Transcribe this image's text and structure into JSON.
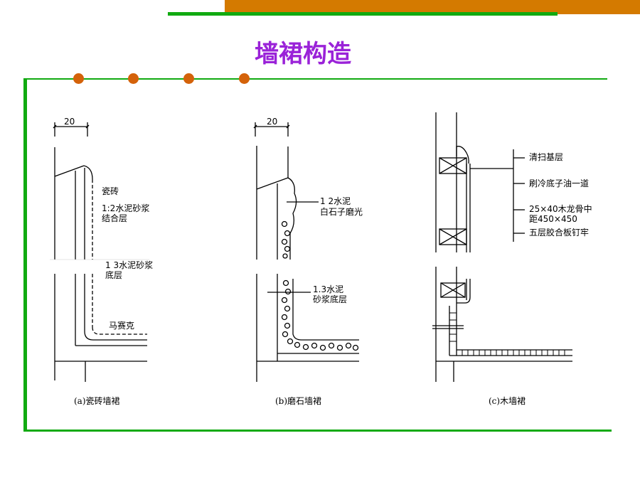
{
  "title": "墙裙构造",
  "colors": {
    "accent_orange": "#d47a00",
    "accent_green": "#11aa11",
    "title_purple": "#9a22d8",
    "dot": "#d4620a"
  },
  "panel_a": {
    "dimension": "20",
    "label_tile": "瓷砖",
    "label_bond_1": "1:2水泥砂浆",
    "label_bond_2": "结合层",
    "label_base_1": "1 3水泥砂浆",
    "label_base_2": "底层",
    "label_mosaic": "马赛克",
    "caption": "(a)瓷砖墙裙"
  },
  "panel_b": {
    "dimension": "20",
    "label_terrazzo_1": "1 2水泥",
    "label_terrazzo_2": "白石子磨光",
    "label_base_1": "1.3水泥",
    "label_base_2": "砂浆底层",
    "caption": "(b)磨石墙裙"
  },
  "panel_c": {
    "label_1": "清扫基层",
    "label_2": "刷冷底子油一道",
    "label_3a": "25×40木龙骨中",
    "label_3b": "距450×450",
    "label_4": "五层胶合板钉牢",
    "caption": "(c)木墙裙"
  }
}
